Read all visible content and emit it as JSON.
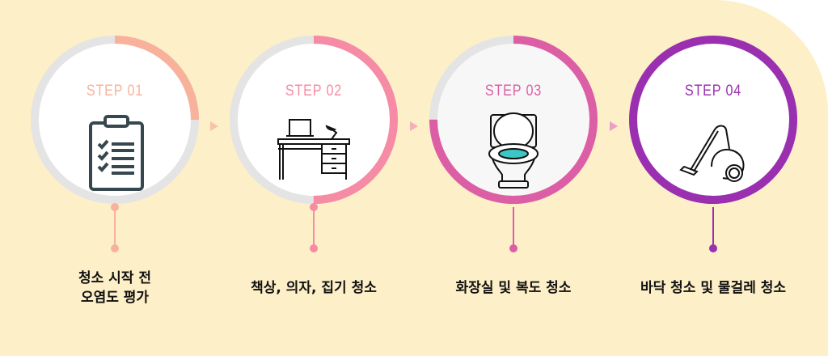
{
  "steps": [
    {
      "label": "STEP 01",
      "caption_line1": "청소 시작 전",
      "caption_line2": "오염도 평가",
      "icon": "clipboard-checklist-icon",
      "color": "#f8b19b",
      "progress": 0.25
    },
    {
      "label": "STEP 02",
      "caption_line1": "책상, 의자, 집기 청소",
      "caption_line2": "",
      "icon": "desk-icon",
      "color": "#f58ba4",
      "progress": 0.5
    },
    {
      "label": "STEP 03",
      "caption_line1": "화장실 및 복도 청소",
      "caption_line2": "",
      "icon": "toilet-icon",
      "color": "#dc5fa6",
      "progress": 0.75
    },
    {
      "label": "STEP 04",
      "caption_line1": "바닥 청소 및 물걸레 청소",
      "caption_line2": "",
      "icon": "vacuum-cleaner-icon",
      "color": "#9a2fb0",
      "progress": 1.0
    }
  ]
}
